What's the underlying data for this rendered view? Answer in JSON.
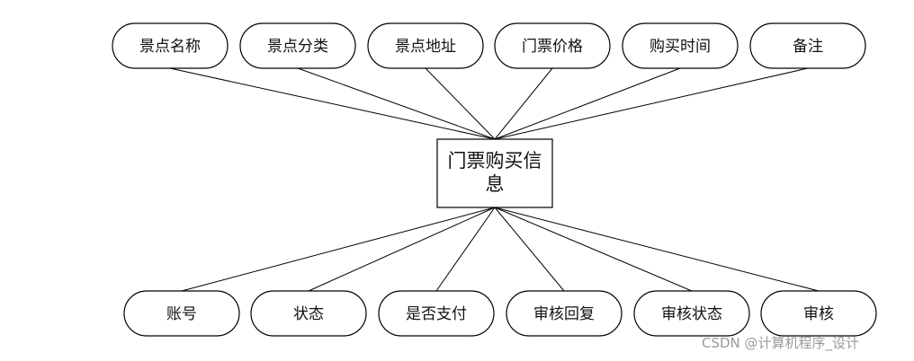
{
  "entity": {
    "label_line1": "门票购买信",
    "label_line2": "息"
  },
  "top_attributes": [
    "景点名称",
    "景点分类",
    "景点地址",
    "门票价格",
    "购买时间",
    "备注"
  ],
  "bottom_attributes": [
    "账号",
    "状态",
    "是否支付",
    "审核回复",
    "审核状态",
    "审核"
  ],
  "watermark": "CSDN @计算机程序_设计"
}
